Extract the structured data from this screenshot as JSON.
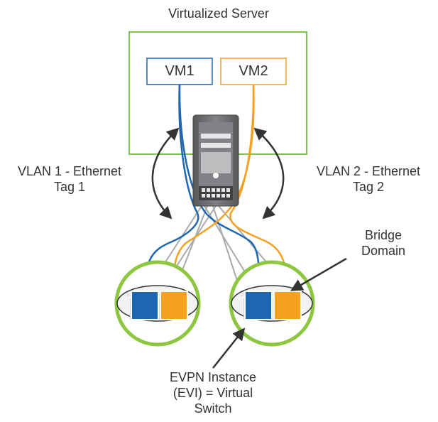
{
  "title": "Virtualized Server",
  "vms": [
    {
      "label": "VM1",
      "color": "#1f66b0"
    },
    {
      "label": "VM2",
      "color": "#f5a021"
    }
  ],
  "vlan_left": {
    "line1": "VLAN 1 - Ethernet",
    "line2": "Tag 1"
  },
  "vlan_right": {
    "line1": "VLAN 2 - Ethernet",
    "line2": "Tag 2"
  },
  "bridge_domain": {
    "line1": "Bridge",
    "line2": "Domain"
  },
  "evpn": {
    "line1": "EVPN Instance",
    "line2": "(EVI) = Virtual",
    "line3": "Switch"
  },
  "colors": {
    "server_border": "#7cc34f",
    "evi_ring": "#8dc63f",
    "vlan1": "#1f66b0",
    "vlan2": "#f5a021",
    "server_body": "#6d6e71",
    "server_light": "#d1d3d4",
    "arrow": "#333333"
  }
}
